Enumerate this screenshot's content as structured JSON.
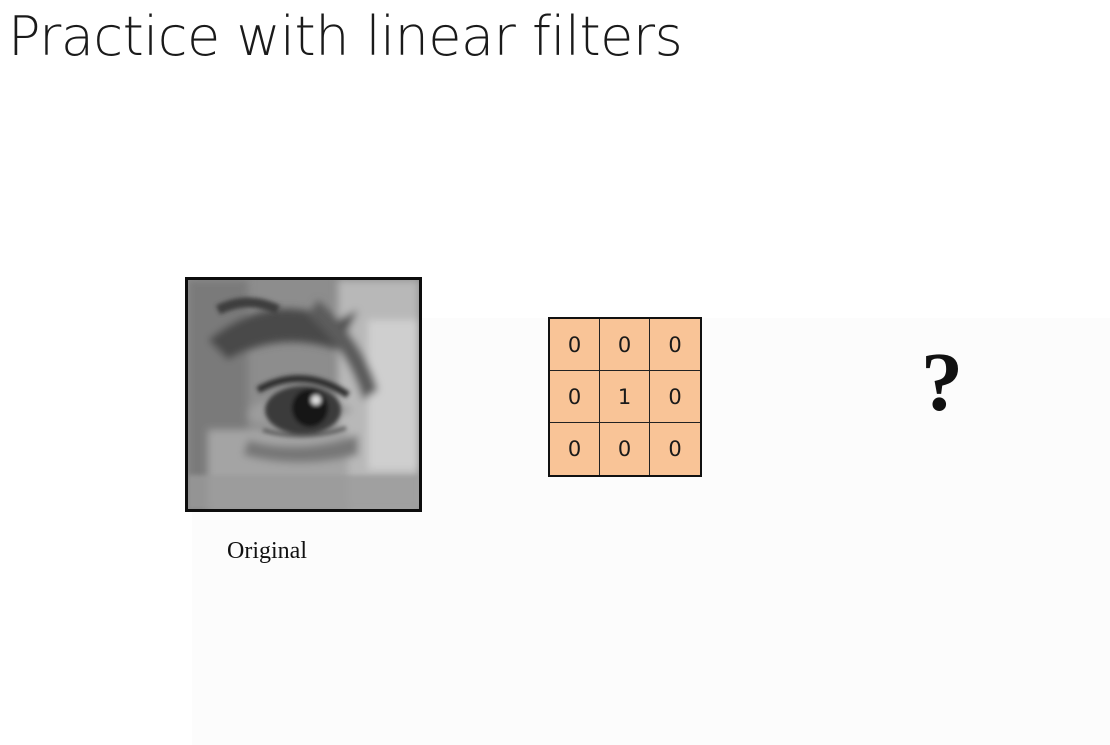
{
  "slide": {
    "title": "Practice with linear filters",
    "original_caption": "Original",
    "result_placeholder": "?"
  },
  "kernel": {
    "values": [
      [
        "0",
        "0",
        "0"
      ],
      [
        "0",
        "1",
        "0"
      ],
      [
        "0",
        "0",
        "0"
      ]
    ]
  },
  "colors": {
    "kernel_fill": "#f9c497",
    "border": "#111111",
    "text": "#1a1a1a"
  }
}
